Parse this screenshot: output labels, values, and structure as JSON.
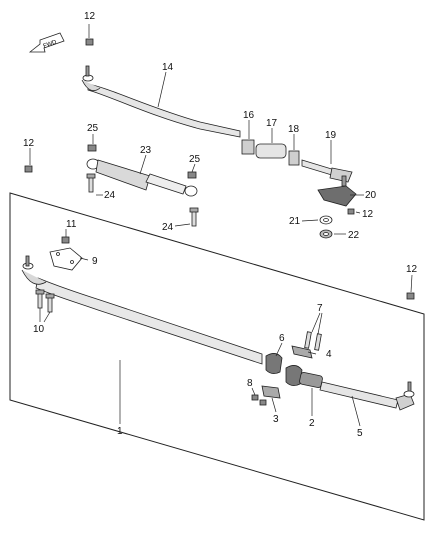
{
  "fwd_label": "FWD",
  "callouts": {
    "c1": "1",
    "c2": "2",
    "c3": "3",
    "c4": "4",
    "c5": "5",
    "c6": "6",
    "c7": "7",
    "c8": "8",
    "c9": "9",
    "c10": "10",
    "c11": "11",
    "c12a": "12",
    "c12b": "12",
    "c12c": "12",
    "c12d": "12",
    "c14": "14",
    "c16": "16",
    "c17": "17",
    "c18": "18",
    "c19": "19",
    "c20": "20",
    "c21": "21",
    "c22": "22",
    "c23": "23",
    "c24a": "24",
    "c24b": "24",
    "c25a": "25",
    "c25b": "25"
  }
}
